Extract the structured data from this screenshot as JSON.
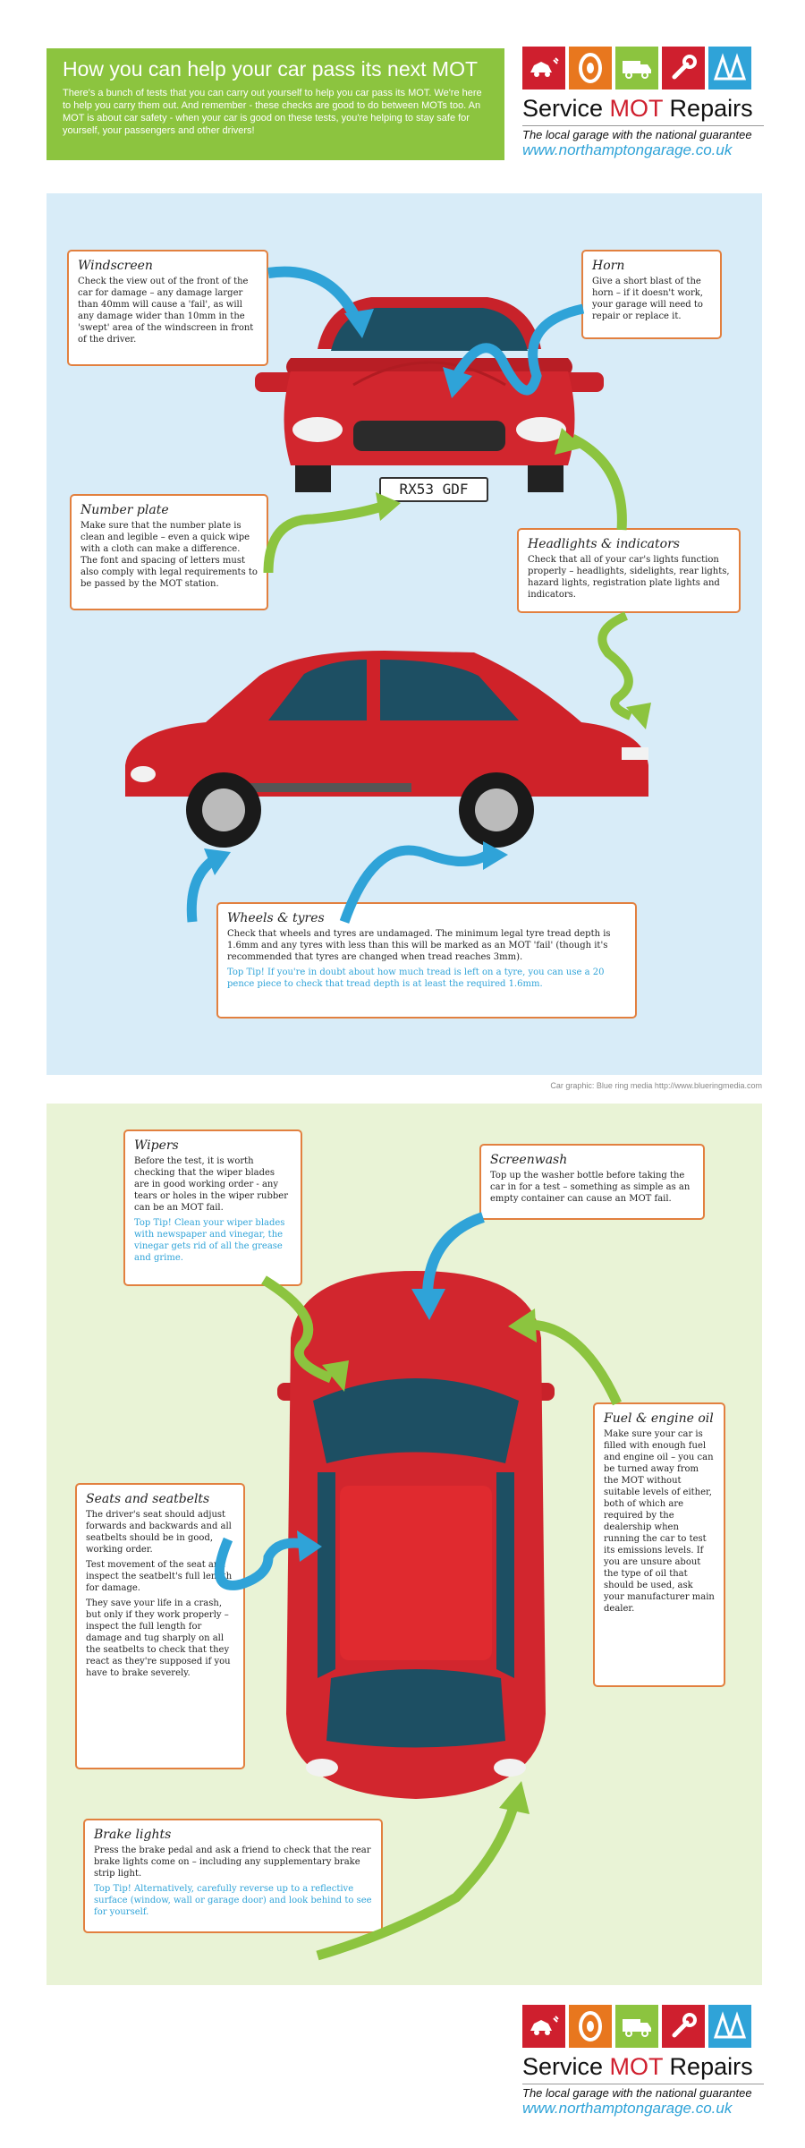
{
  "header": {
    "title": "How you can help your car pass its next MOT",
    "intro": "There's a bunch of tests that you can carry out yourself to help you car pass its MOT. We're here to help you carry them out. And remember - these checks are good to do between MOTs too. An MOT is about car safety - when your car is good on these tests, you're helping to stay safe for yourself, your passengers and other drivers!"
  },
  "logo": {
    "brand_pre": "Service ",
    "brand_mid": "MOT",
    "brand_post": " Repairs",
    "tagline": "The local garage with the national guarantee",
    "url": "www.northamptongarage.co.uk",
    "icons": [
      "car-crash-icon",
      "tyre-icon",
      "van-icon",
      "wrench-icon",
      "mot-triangle-icon"
    ],
    "colors": {
      "red": "#cf1f2e",
      "orange": "#e8771e",
      "green": "#8cc43f",
      "blue": "#2fa3d8"
    }
  },
  "plate": "RX53 GDF",
  "credit": "Car graphic:  Blue ring media  http://www.blueringmedia.com",
  "boxes": {
    "windscreen": {
      "title": "Windscreen",
      "body": "Check the view out of the front of the car for damage – any damage larger than 40mm will cause a 'fail', as will any damage wider than 10mm in the 'swept' area of the windscreen in front of the driver."
    },
    "horn": {
      "title": "Horn",
      "body": "Give a short blast of the horn – if it doesn't work, your garage will need to repair or replace it."
    },
    "number_plate": {
      "title": "Number plate",
      "body": "Make sure that the number plate is clean and legible – even a quick wipe with a cloth can make a difference. The font and spacing of letters must also comply with legal requirements to be passed by the MOT station."
    },
    "headlights": {
      "title": "Headlights & indicators",
      "body": "Check that all of your car's lights function properly – headlights, sidelights, rear lights, hazard lights, registration plate lights and indicators."
    },
    "wheels": {
      "title": "Wheels & tyres",
      "body": "Check that wheels and tyres are undamaged. The minimum legal tyre tread depth is 1.6mm and any tyres with less than this will be marked as an MOT 'fail' (though it's recommended that tyres are changed when tread reaches 3mm).",
      "tip": "Top Tip! If you're in doubt about how much tread is left on a tyre, you can use a 20 pence piece to check that tread depth is at least the required 1.6mm."
    },
    "wipers": {
      "title": "Wipers",
      "body": "Before the test, it is worth checking that the wiper blades are in good working order - any tears or holes in the wiper rubber can be an MOT fail.",
      "tip": "Top Tip! Clean your wiper blades with newspaper and vinegar, the vinegar gets rid of all the grease and grime."
    },
    "screenwash": {
      "title": "Screenwash",
      "body": "Top up the washer bottle before taking the car in for a test – something as simple as an empty container can cause an MOT fail."
    },
    "fuel": {
      "title": "Fuel & engine oil",
      "body": "Make sure your car is filled with enough fuel and engine oil – you can be turned away from the MOT without suitable levels of either, both of which are required by the dealership when running the car to test its emissions levels. If you are unsure about the type of oil that should be used, ask your manufacturer main dealer."
    },
    "seats": {
      "title": "Seats and seatbelts",
      "body": "The driver's seat should adjust forwards and backwards and all seatbelts should be in good, working order.",
      "body2": "Test movement of the seat and inspect the seatbelt's full length for damage.",
      "body3": "They save your life in a crash, but only if they work properly – inspect the full length for damage and tug sharply on all the seatbelts to check that they react as they're supposed if you have to brake severely."
    },
    "brake": {
      "title": "Brake lights",
      "body": "Press the brake pedal and ask a friend to check that the rear brake lights come on – including any supplementary brake strip light.",
      "tip": "Top Tip! Alternatively, carefully reverse up to a reflective surface (window, wall or garage door) and look behind to see for yourself."
    }
  }
}
